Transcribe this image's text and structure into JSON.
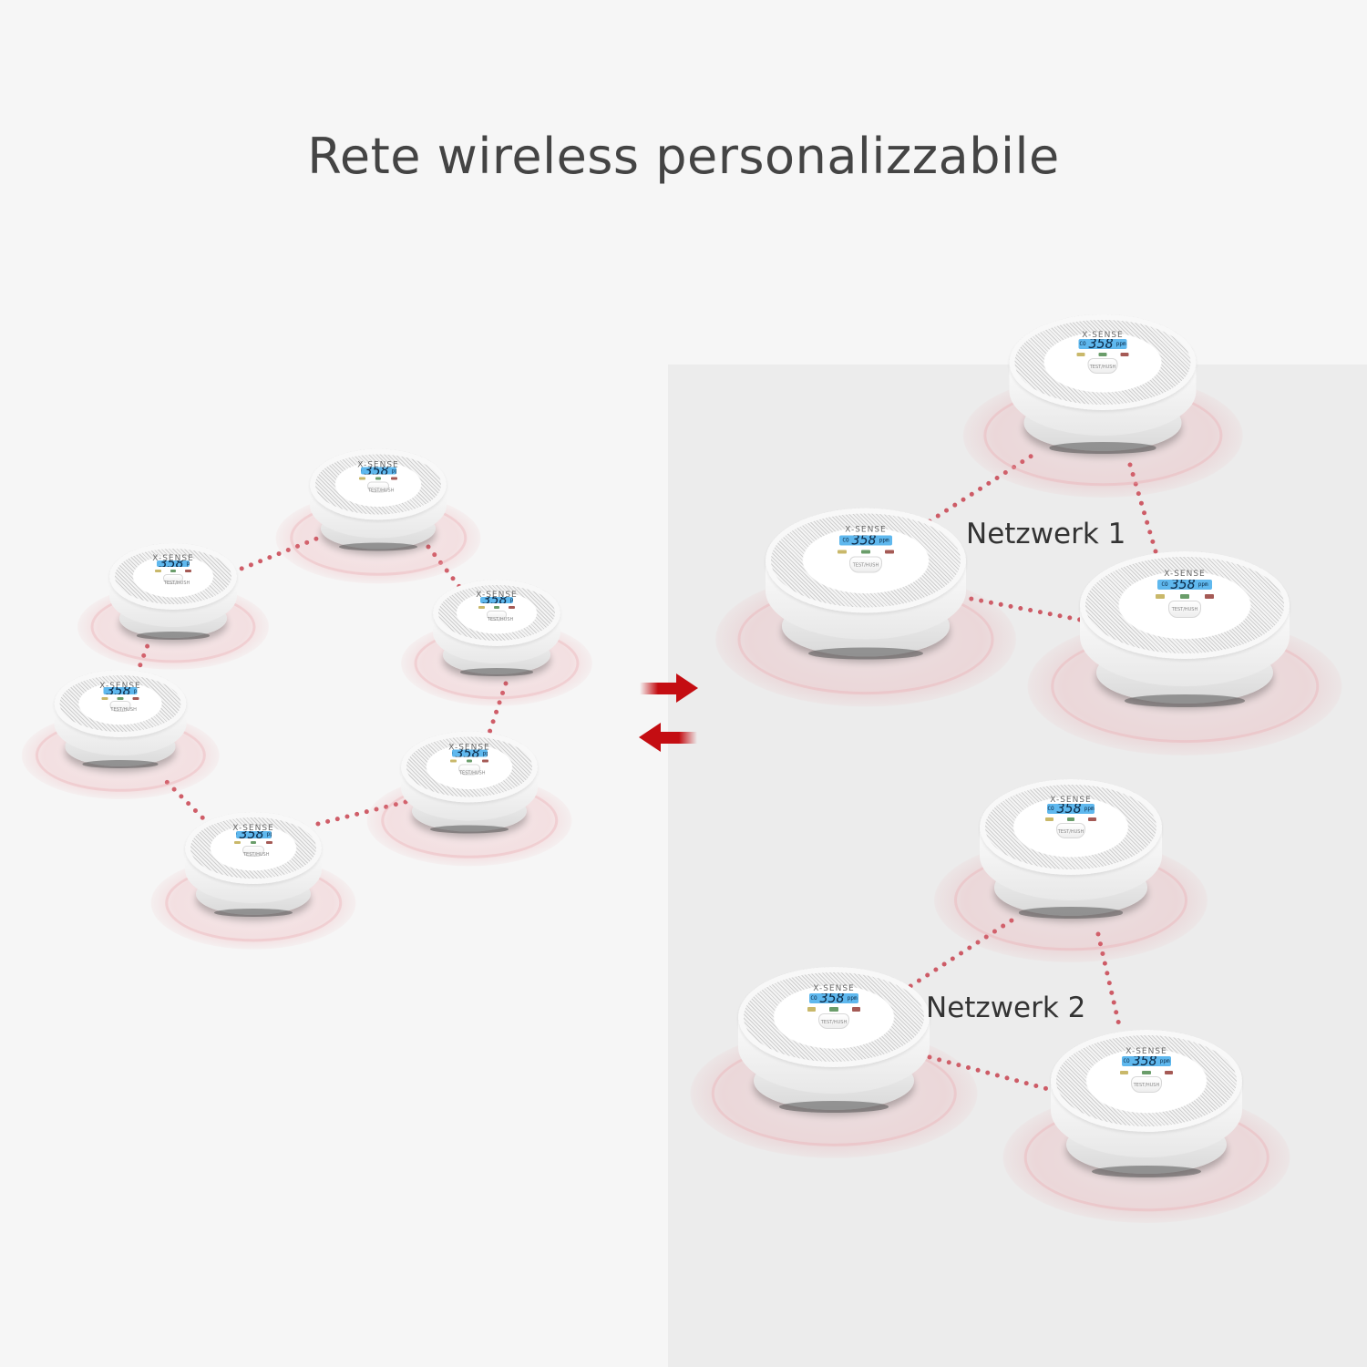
{
  "title": "Rete wireless personalizzabile",
  "colors": {
    "background": "#f6f6f6",
    "right_panel": "#ececec",
    "title_text": "#444444",
    "label_text": "#333333",
    "link_dots": "#c8424f",
    "arrow_red": "#c40d12",
    "lcd_blue": "#5fb8ee"
  },
  "device": {
    "brand": "X-SENSE",
    "lcd_prefix": "CO",
    "lcd_value": "358",
    "lcd_unit": "ppm",
    "button_label": "TEST/HUSH"
  },
  "left_group": {
    "detectors": [
      "d1",
      "d2",
      "d3",
      "d4",
      "d5",
      "d6"
    ]
  },
  "networks": [
    {
      "label": "Netzwerk 1",
      "detectors": [
        "n1a",
        "n1b",
        "n1c"
      ]
    },
    {
      "label": "Netzwerk 2",
      "detectors": [
        "n2a",
        "n2b",
        "n2c"
      ]
    }
  ],
  "arrows": [
    {
      "direction": "right",
      "icon": "arrow-right-icon"
    },
    {
      "direction": "left",
      "icon": "arrow-left-icon"
    }
  ]
}
